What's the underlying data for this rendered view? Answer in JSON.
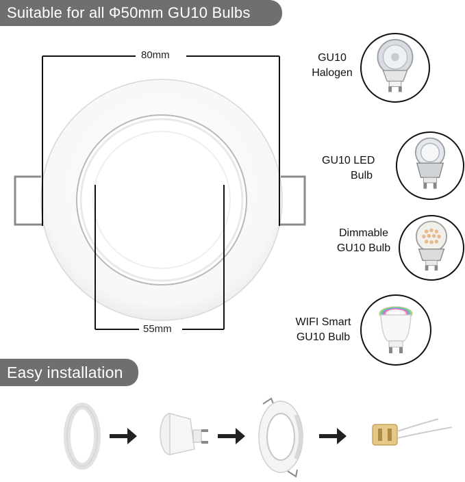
{
  "header": {
    "title": "Suitable for all Φ50mm GU10 Bulbs"
  },
  "dimensions": {
    "outer": "80mm",
    "inner": "55mm"
  },
  "bulbs": [
    {
      "line1": "GU10",
      "line2": "Halogen",
      "icon": "halogen-bulb-icon"
    },
    {
      "line1": "GU10 LED",
      "line2": "Bulb",
      "icon": "led-bulb-icon"
    },
    {
      "line1": "Dimmable",
      "line2": "GU10 Bulb",
      "icon": "dimmable-bulb-icon"
    },
    {
      "line1": "WIFI Smart",
      "line2": "GU10 Bulb",
      "icon": "smart-bulb-icon"
    }
  ],
  "installation": {
    "title": "Easy installation"
  },
  "colors": {
    "banner": "#6f6f6f",
    "fixture": "#ffffff",
    "line": "#111111"
  }
}
